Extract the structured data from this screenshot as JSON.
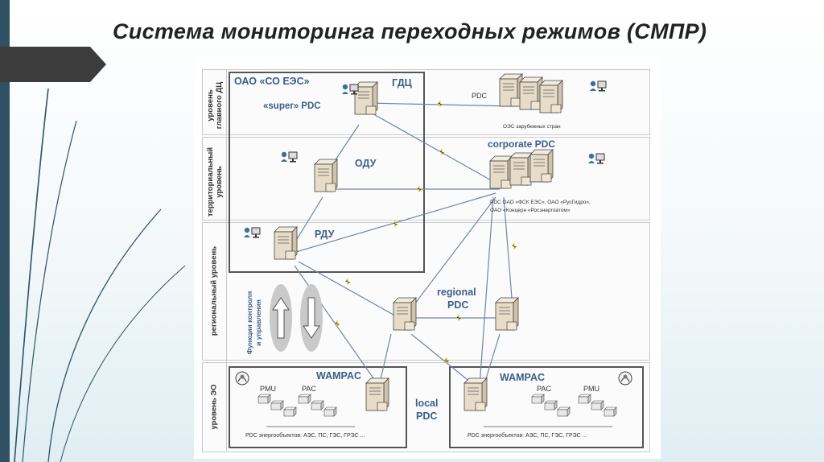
{
  "slide": {
    "title": "Система мониторинга переходных режимов (СМПР)"
  },
  "levels": [
    {
      "label": "уровень\nглавного ДЦ"
    },
    {
      "label": "территориальный\nуровень"
    },
    {
      "label": "региональный уровень"
    },
    {
      "label": "уровень ЭО"
    }
  ],
  "labels": {
    "so_ees": "ОАО «СО ЕЭС»",
    "gdc": "ГДЦ",
    "super_pdc": "«super» PDC",
    "odu": "ОДУ",
    "rdu": "РДУ",
    "pdc": "PDC",
    "foreign": "ОЭС зарубежных стран",
    "corporate_pdc": "corporate  PDC",
    "corporate_line1": "PDC ОАО «ФСК ЕЭС», ОАО «РусГидро»,",
    "corporate_line2": "ОАО «Концерн «Росэнергоатом»",
    "regional_pdc_1": "regional",
    "regional_pdc_2": "PDC",
    "control_functions": "Функции контроля\nи управления",
    "wampac_left": "WAMPAC",
    "wampac_right": "WAMPAC",
    "local_pdc_1": "local",
    "local_pdc_2": "PDC",
    "pmu_left": "PMU",
    "pac_left": "PAC",
    "pac_right": "PAC",
    "pmu_right": "PMU",
    "bottom_left": "PDC энергообъектов: АЭС, ПС, ГЭС, ГРЭС ...",
    "bottom_right": "PDC энергообъектов: АЭС, ПС, ГЭС, ГРЭС ..."
  },
  "colors": {
    "accent_bar": "#2f5163",
    "arrow_tab": "#3c3c3c",
    "label_blue": "#3b5e8a",
    "link_line": "#6e86a6",
    "server_body": "#e6dcc8"
  },
  "icons": [
    "server-icon",
    "user-workstation-icon",
    "pmu-device-icon",
    "pac-device-icon",
    "up-arrow-icon",
    "down-arrow-icon"
  ]
}
